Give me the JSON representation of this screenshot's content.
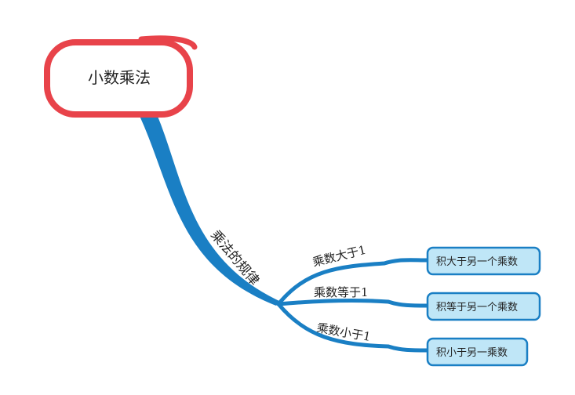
{
  "root": {
    "label": "小数乘法",
    "border_color": "#e8434a"
  },
  "branch": {
    "label": "乘法的规律",
    "color": "#1a7fc4"
  },
  "children": [
    {
      "label": "乘数大于1",
      "result": "积大于另一个乘数"
    },
    {
      "label": "乘数等于1",
      "result": "积等于另一个乘数"
    },
    {
      "label": "乘数小于1",
      "result": "积小于另一乘数"
    }
  ],
  "result_box": {
    "fill": "#bfe6f7",
    "border": "#1a7fc4"
  }
}
